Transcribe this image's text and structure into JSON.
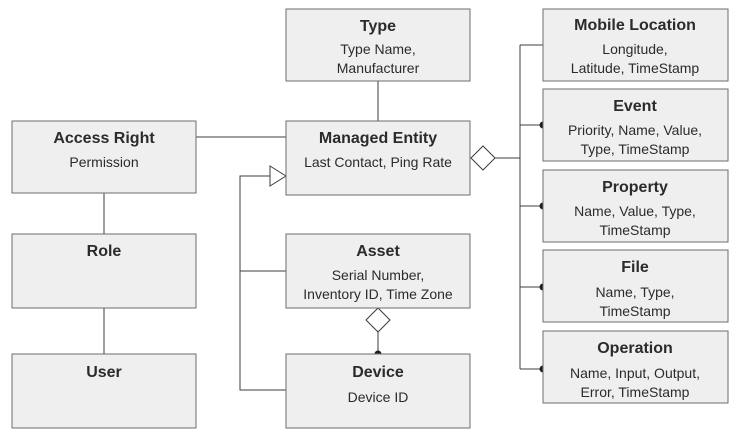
{
  "entities": {
    "type": {
      "title": "Type",
      "attrs": [
        "Type Name,",
        "Manufacturer"
      ]
    },
    "access_right": {
      "title": "Access Right",
      "attrs": [
        "Permission"
      ]
    },
    "role": {
      "title": "Role",
      "attrs": []
    },
    "user": {
      "title": "User",
      "attrs": []
    },
    "managed_entity": {
      "title": "Managed Entity",
      "attrs": [
        "Last Contact, Ping Rate"
      ]
    },
    "asset": {
      "title": "Asset",
      "attrs": [
        "Serial Number,",
        "Inventory ID, Time Zone"
      ]
    },
    "device": {
      "title": "Device",
      "attrs": [
        "Device ID"
      ]
    },
    "mobile_location": {
      "title": "Mobile Location",
      "attrs": [
        "Longitude,",
        "Latitude, TimeStamp"
      ]
    },
    "event": {
      "title": "Event",
      "attrs": [
        "Priority, Name, Value,",
        "Type, TimeStamp"
      ]
    },
    "property": {
      "title": "Property",
      "attrs": [
        "Name, Value, Type,",
        "TimeStamp"
      ]
    },
    "file": {
      "title": "File",
      "attrs": [
        "Name, Type,",
        "TimeStamp"
      ]
    },
    "operation": {
      "title": "Operation",
      "attrs": [
        "Name, Input, Output,",
        "Error, TimeStamp"
      ]
    }
  },
  "colors": {
    "box_fill": "#efefef",
    "box_stroke": "#6e6e6e",
    "line": "#3c3c3c",
    "text": "#2b2b2b"
  }
}
